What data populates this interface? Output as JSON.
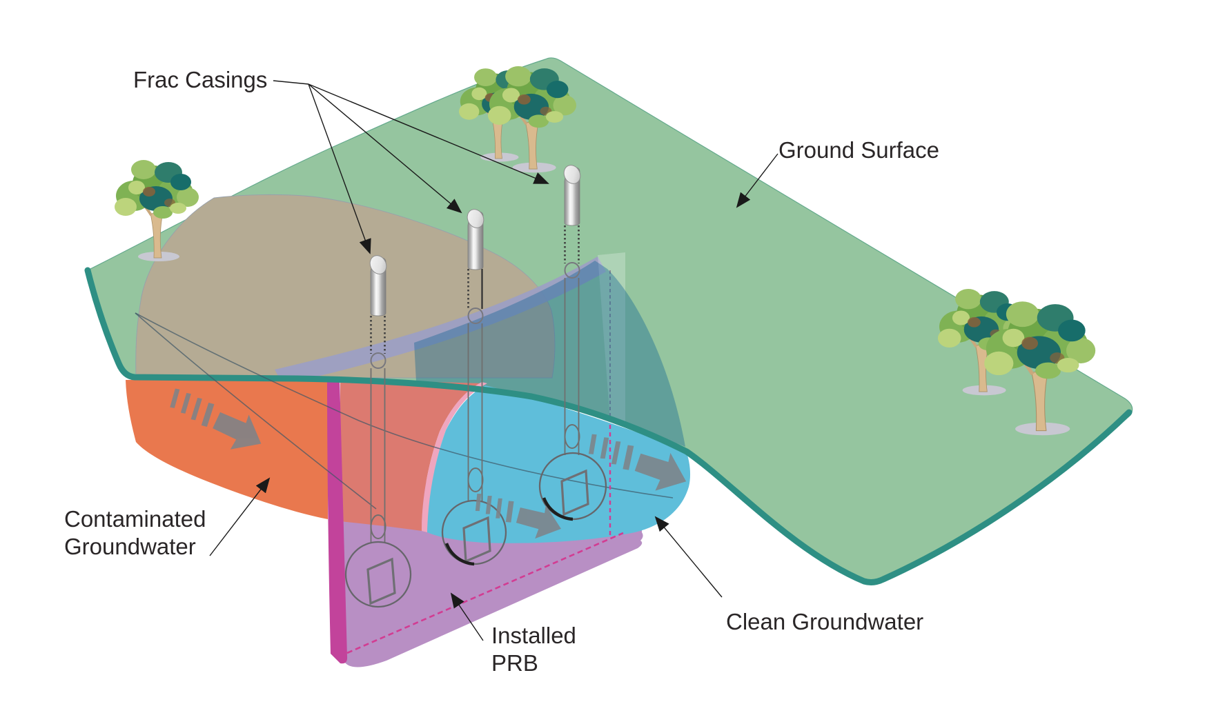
{
  "diagram": {
    "labels": {
      "frac_casings": "Frac Casings",
      "ground_surface": "Ground Surface",
      "contaminated_line1": "Contaminated",
      "contaminated_line2": "Groundwater",
      "installed_prb_line1": "Installed",
      "installed_prb_line2": "PRB",
      "clean_groundwater": "Clean Groundwater"
    },
    "colors": {
      "ground_green": "#95C59F",
      "ground_edge_teal": "#2E8F84",
      "water_table_tan": "#B5AB94",
      "contaminated_orange": "#E9784E",
      "contaminated_behind_wall_salmon": "#DC7A70",
      "clean_blue": "#5FBEDA",
      "plume_overlay_teal": "rgba(13,96,148,0.38)",
      "prb_face_purple": "#B88FC4",
      "prb_edge_magenta": "#C2439B",
      "prb_top_lavender": "#9C9EC4",
      "prb_dashed_magenta": "#D23C92",
      "plume_boundary_pink": "#EFA6BF",
      "flow_arrow_gray": "#7E8389",
      "label_text": "#2A2627"
    }
  }
}
